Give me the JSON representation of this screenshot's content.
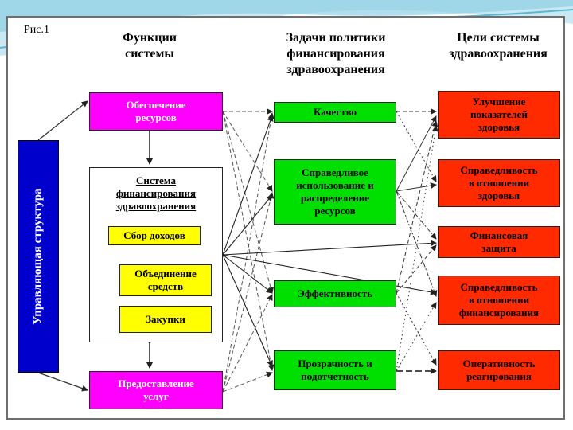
{
  "caption": "Рис.1",
  "headers": {
    "functions": [
      "Функции",
      "системы"
    ],
    "tasks": [
      "Задачи политики",
      "финансирования",
      "здравоохранения"
    ],
    "goals": [
      "Цели системы",
      "здравоохранения"
    ]
  },
  "left": {
    "governance": "Управляющая структура",
    "resources": [
      "Обеспечение",
      "ресурсов"
    ],
    "financing_title": [
      "Система",
      "финансирования",
      "здравоохранения"
    ],
    "revenue": "Сбор доходов",
    "pooling": [
      "Объединение",
      "средств"
    ],
    "purchasing": "Закупки",
    "services": [
      "Предоставление",
      "услуг"
    ]
  },
  "tasks": [
    [
      "Качество"
    ],
    [
      "Справедливое",
      "использование и",
      "распределение",
      "ресурсов"
    ],
    [
      "Эффективность"
    ],
    [
      "Прозрачность и",
      "подотчетность"
    ]
  ],
  "goals": [
    [
      "Улучшение",
      "показателей",
      "здоровья"
    ],
    [
      "Справедливость",
      "в отношении",
      "здоровья"
    ],
    [
      "Финансовая",
      "защита"
    ],
    [
      "Справедливость",
      "в отношении",
      "финансирования"
    ],
    [
      "Оперативность",
      "реагирования"
    ]
  ],
  "colors": {
    "functions": "#ff00ff",
    "tasks": "#00e000",
    "goals": "#ff2a00",
    "subfunctions": "#ffff00",
    "governance": "#0000cc"
  }
}
